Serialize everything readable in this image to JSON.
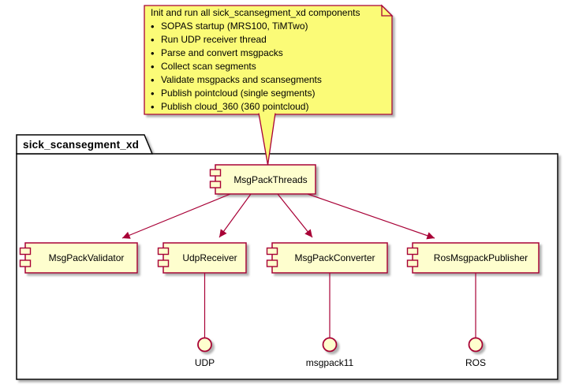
{
  "note": {
    "title": "Init and run all sick_scansegment_xd components",
    "bullet_char": "•",
    "bullets": [
      "SOPAS startup (MRS100, TiMTwo)",
      "Run UDP receiver thread",
      "Parse and convert msgpacks",
      "Collect scan segments",
      "Validate msgpacks and scansegments",
      "Publish pointcloud (single segments)",
      "Publish cloud_360 (360 pointcloud)"
    ]
  },
  "package": {
    "title": "sick_scansegment_xd"
  },
  "components": {
    "root": "MsgPackThreads",
    "children": [
      "MsgPackValidator",
      "UdpReceiver",
      "MsgPackConverter",
      "RosMsgpackPublisher"
    ]
  },
  "interfaces": [
    "UDP",
    "msgpack11",
    "ROS"
  ],
  "colors": {
    "note_fill": "#FBFB77",
    "component_fill": "#FEFECE",
    "accent_border": "#A80036",
    "frame_border": "#000000",
    "text": "#000000"
  }
}
